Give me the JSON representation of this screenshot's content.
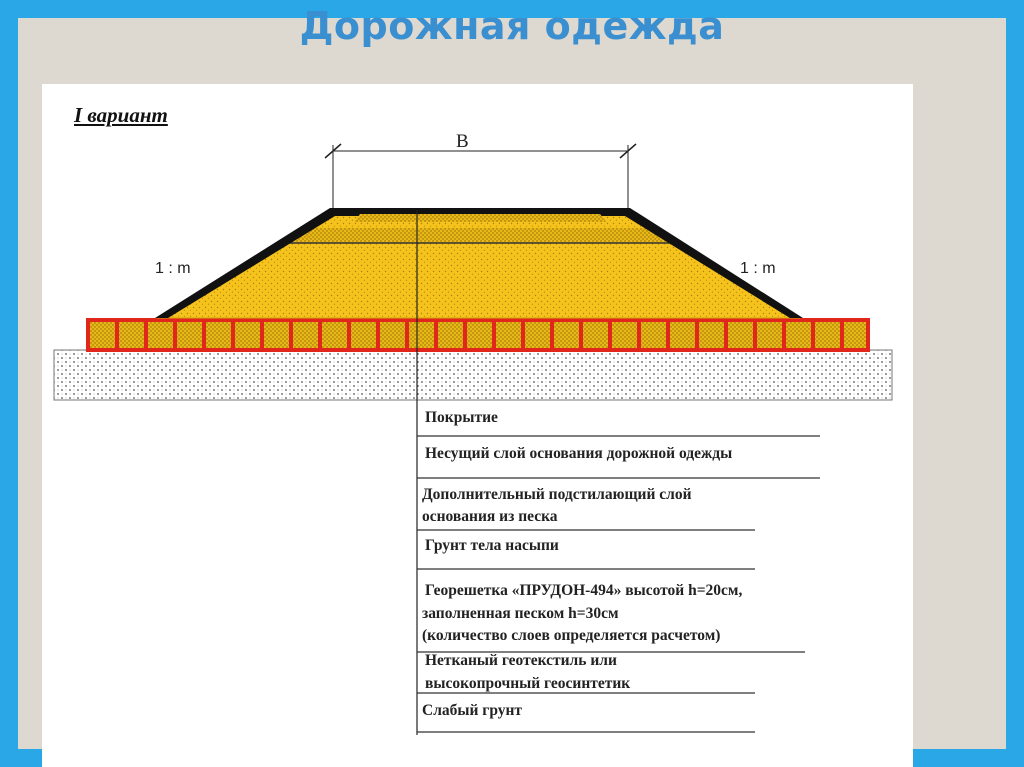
{
  "title": "Дорожная одежда",
  "variant_label": "I вариант",
  "dimension_label": "B",
  "slope_left": "1 : m",
  "slope_right": "1 : m",
  "legend": [
    "Покрытие",
    "Несущий слой основания дорожной одежды",
    "Дополнительный подстилающий слой",
    "основания из песка",
    "Грунт тела насыпи",
    "Георешетка «ПРУДОН-494» высотой h=20см,",
    "заполненная песком h=30см",
    "(количество слоев определяется расчетом)",
    "Нетканый геотекстиль или",
    "высокопрочный геосинтетик",
    "Слабый грунт"
  ],
  "colors": {
    "frame_border": "#2aa7e6",
    "title": "#3a8fd0",
    "fill_yellow": "#f6c21c",
    "grid_red": "#e1261c",
    "coating": "#111111"
  }
}
